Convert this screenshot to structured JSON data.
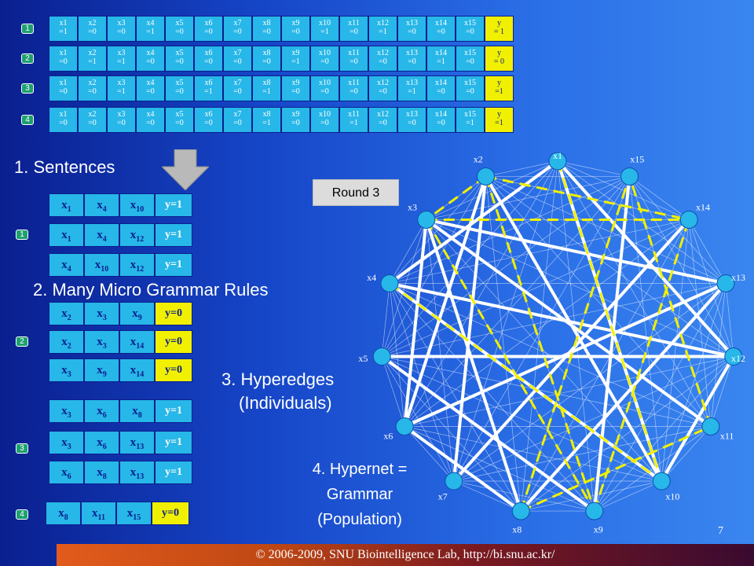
{
  "sentences": [
    {
      "badge": "1",
      "cells": [
        [
          "x1",
          "=1"
        ],
        [
          "x2",
          "=0"
        ],
        [
          "x3",
          "=0"
        ],
        [
          "x4",
          "=1"
        ],
        [
          "x5",
          "=0"
        ],
        [
          "x6",
          "=0"
        ],
        [
          "x7",
          "=0"
        ],
        [
          "x8",
          "=0"
        ],
        [
          "x9",
          "=0"
        ],
        [
          "x10",
          "=1"
        ],
        [
          "x11",
          "=0"
        ],
        [
          "x12",
          "=1"
        ],
        [
          "x13",
          "=0"
        ],
        [
          "x14",
          "=0"
        ],
        [
          "x15",
          "=0"
        ],
        [
          "y",
          "= 1"
        ]
      ]
    },
    {
      "badge": "2",
      "cells": [
        [
          "x1",
          "=0"
        ],
        [
          "x2",
          "=1"
        ],
        [
          "x3",
          "=1"
        ],
        [
          "x4",
          "=0"
        ],
        [
          "x5",
          "=0"
        ],
        [
          "x6",
          "=0"
        ],
        [
          "x7",
          "=0"
        ],
        [
          "x8",
          "=0"
        ],
        [
          "x9",
          "=1"
        ],
        [
          "x10",
          "=0"
        ],
        [
          "x11",
          "=0"
        ],
        [
          "x12",
          "=0"
        ],
        [
          "x13",
          "=0"
        ],
        [
          "x14",
          "=1"
        ],
        [
          "x15",
          "=0"
        ],
        [
          "y",
          "= 0"
        ]
      ]
    },
    {
      "badge": "3",
      "cells": [
        [
          "x1",
          "=0"
        ],
        [
          "x2",
          "=0"
        ],
        [
          "x3",
          "=1"
        ],
        [
          "x4",
          "=0"
        ],
        [
          "x5",
          "=0"
        ],
        [
          "x6",
          "=1"
        ],
        [
          "x7",
          "=0"
        ],
        [
          "x8",
          "=1"
        ],
        [
          "x9",
          "=0"
        ],
        [
          "x10",
          "=0"
        ],
        [
          "x11",
          "=0"
        ],
        [
          "x12",
          "=0"
        ],
        [
          "x13",
          "=1"
        ],
        [
          "x14",
          "=0"
        ],
        [
          "x15",
          "=0"
        ],
        [
          "y",
          "=1"
        ]
      ]
    },
    {
      "badge": "4",
      "cells": [
        [
          "x1",
          "=0"
        ],
        [
          "x2",
          "=0"
        ],
        [
          "x3",
          "=0"
        ],
        [
          "x4",
          "=0"
        ],
        [
          "x5",
          "=0"
        ],
        [
          "x6",
          "=0"
        ],
        [
          "x7",
          "=0"
        ],
        [
          "x8",
          "=1"
        ],
        [
          "x9",
          "=0"
        ],
        [
          "x10",
          "=0"
        ],
        [
          "x11",
          "=1"
        ],
        [
          "x12",
          "=0"
        ],
        [
          "x13",
          "=0"
        ],
        [
          "x14",
          "=0"
        ],
        [
          "x15",
          "=1"
        ],
        [
          "y",
          "=1"
        ]
      ]
    }
  ],
  "labels": {
    "sentences": "1. Sentences",
    "rules": "2. Many Micro Grammar Rules",
    "hyperedges_1": "3. Hyperedges",
    "hyperedges_2": "(Individuals)",
    "hypernet_1": "4. Hypernet =",
    "hypernet_2": "Grammar",
    "hypernet_3": "(Population)",
    "round": "Round 3"
  },
  "rule_groups": [
    {
      "badge": "1",
      "rules": [
        {
          "vars": [
            [
              "x",
              "1"
            ],
            [
              "x",
              "4"
            ],
            [
              "x",
              "10"
            ]
          ],
          "y": "y=1"
        },
        {
          "vars": [
            [
              "x",
              "1"
            ],
            [
              "x",
              "4"
            ],
            [
              "x",
              "12"
            ]
          ],
          "y": "y=1"
        },
        {
          "vars": [
            [
              "x",
              "4"
            ],
            [
              "x",
              "10"
            ],
            [
              "x",
              "12"
            ]
          ],
          "y": "y=1"
        }
      ]
    },
    {
      "badge": "2",
      "rules": [
        {
          "vars": [
            [
              "x",
              "2"
            ],
            [
              "x",
              "3"
            ],
            [
              "x",
              "9"
            ]
          ],
          "y": "y=0"
        },
        {
          "vars": [
            [
              "x",
              "2"
            ],
            [
              "x",
              "3"
            ],
            [
              "x",
              "14"
            ]
          ],
          "y": "y=0"
        },
        {
          "vars": [
            [
              "x",
              "3"
            ],
            [
              "x",
              "9"
            ],
            [
              "x",
              "14"
            ]
          ],
          "y": "y=0"
        }
      ]
    },
    {
      "badge": "3",
      "rules": [
        {
          "vars": [
            [
              "x",
              "3"
            ],
            [
              "x",
              "6"
            ],
            [
              "x",
              "8"
            ]
          ],
          "y": "y=1"
        },
        {
          "vars": [
            [
              "x",
              "3"
            ],
            [
              "x",
              "6"
            ],
            [
              "x",
              "13"
            ]
          ],
          "y": "y=1"
        },
        {
          "vars": [
            [
              "x",
              "6"
            ],
            [
              "x",
              "8"
            ],
            [
              "x",
              "13"
            ]
          ],
          "y": "y=1"
        }
      ]
    },
    {
      "badge": "4",
      "rules": [
        {
          "vars": [
            [
              "x",
              "8"
            ],
            [
              "x",
              "11"
            ],
            [
              "x",
              "15"
            ]
          ],
          "y": "y=0"
        }
      ]
    }
  ],
  "graph": {
    "node_labels": [
      "x1",
      "x2",
      "x3",
      "x4",
      "x5",
      "x6",
      "x7",
      "x8",
      "x9",
      "x10",
      "x11",
      "x12",
      "x13",
      "x14",
      "x15"
    ],
    "node_color": "#27b7e8",
    "white_edges": [
      [
        1,
        10
      ],
      [
        1,
        12
      ],
      [
        3,
        6
      ],
      [
        3,
        8
      ],
      [
        6,
        13
      ],
      [
        8,
        13
      ],
      [
        6,
        8
      ],
      [
        3,
        13
      ],
      [
        4,
        10
      ],
      [
        4,
        12
      ],
      [
        10,
        12
      ],
      [
        1,
        4
      ],
      [
        2,
        6
      ],
      [
        5,
        12
      ],
      [
        7,
        14
      ],
      [
        11,
        3
      ],
      [
        15,
        9
      ],
      [
        5,
        9
      ],
      [
        7,
        2
      ],
      [
        2,
        10
      ]
    ],
    "yellow_edges": [
      [
        2,
        3
      ],
      [
        2,
        9
      ],
      [
        3,
        9
      ],
      [
        2,
        14
      ],
      [
        3,
        14
      ],
      [
        9,
        14
      ],
      [
        8,
        11
      ],
      [
        8,
        15
      ],
      [
        11,
        15
      ],
      [
        4,
        10
      ],
      [
        1,
        10
      ]
    ]
  },
  "footer": "© 2006-2009, SNU Biointelligence Lab, http://bi.snu.ac.kr/",
  "page_number": "7"
}
